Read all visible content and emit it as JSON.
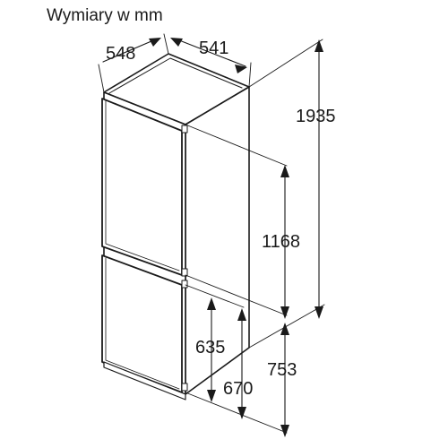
{
  "title": "Wymiary w mm",
  "dimensions": {
    "depth": "548",
    "width": "541",
    "total_height": "1935",
    "upper_door_height": "1168",
    "lower_door_height": "635",
    "lower_section_670": "670",
    "lower_section_753": "753"
  }
}
